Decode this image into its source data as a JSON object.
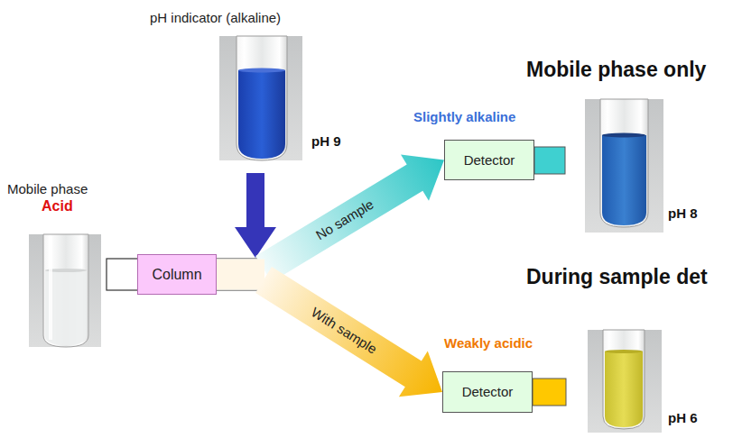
{
  "diagram": {
    "nodes": [
      {
        "text": [
          "Column"
        ]
      },
      {
        "text": [
          "Detector"
        ]
      },
      {
        "text": [
          "Detector"
        ]
      }
    ],
    "edges": [
      {
        "from": 0,
        "to": 1,
        "label": "No sample",
        "arrow": "to"
      },
      {
        "from": 0,
        "to": 2,
        "label": "With sample",
        "arrow": "to"
      }
    ],
    "labels": [
      "pH indicator (alkaline)",
      "pH 9",
      "Mobile phase",
      "Acid",
      "Slightly alkaline",
      "Mobile phase only",
      "pH 8",
      "During sample det",
      "Weakly acidic",
      "pH 6"
    ]
  }
}
